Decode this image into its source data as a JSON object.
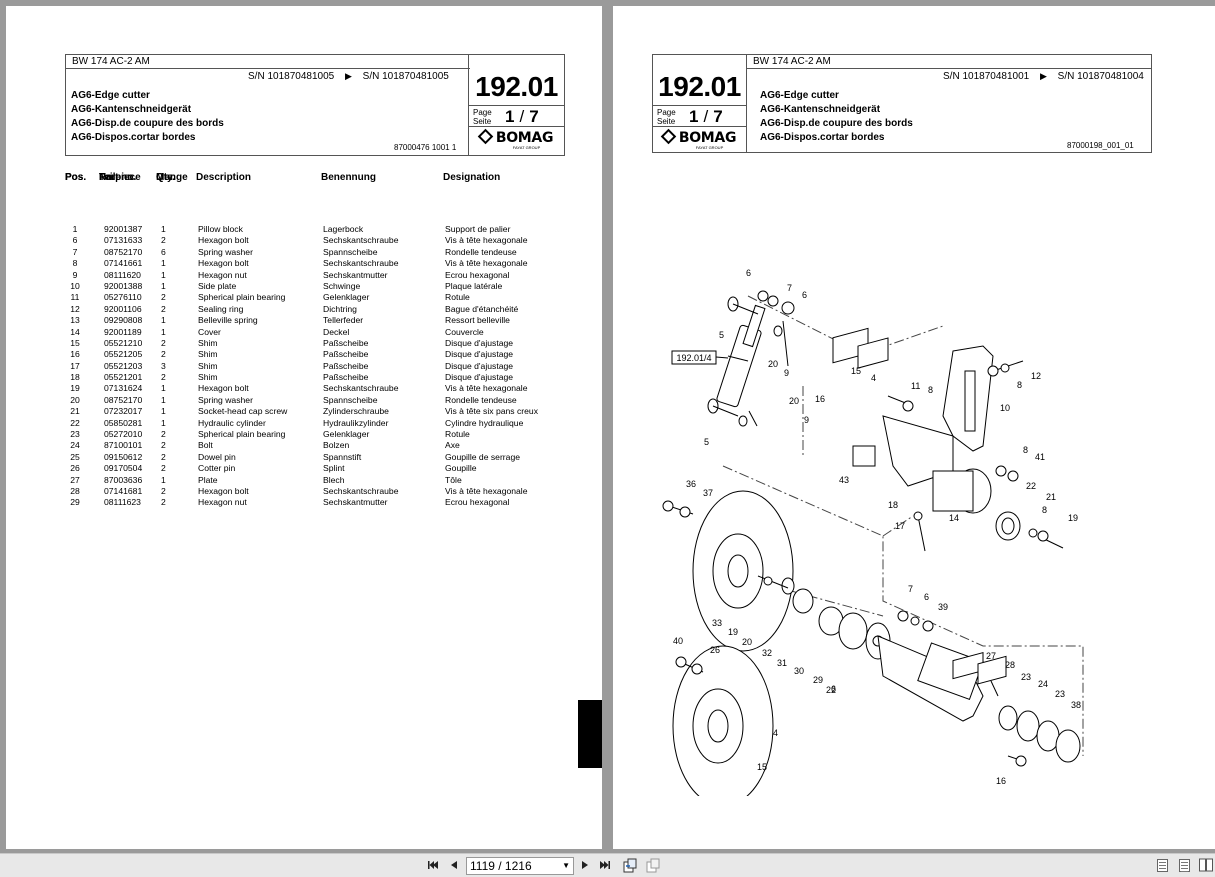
{
  "header": {
    "model": "BW 174 AC-2 AM",
    "serial_left": "S/N 101870481005",
    "serial_right": "S/N 101870481005",
    "serial_left_r": "S/N 101870481001",
    "serial_right_r": "S/N 101870481004",
    "arrow": "▶",
    "titles": [
      "AG6-Edge cutter",
      "AG6-Kantenschneidgerät",
      "AG6-Disp.de coupure des bords",
      "AG6-Dispos.cortar bordes"
    ],
    "section_number": "192.01",
    "page_label_1": "Page",
    "page_label_2": "Seite",
    "page_current": "1",
    "page_sep": "/",
    "page_total": "7",
    "doc_no_left": "87000476 1001 1",
    "doc_no_right": "87000198_001_01",
    "logo_text": "BOMAG",
    "logo_sub": "FAYAT GROUP"
  },
  "columns": {
    "pos": [
      "Pos.",
      "Pos.",
      "Pos."
    ],
    "part": [
      "Part no.",
      "Teilenr.",
      "No.piece"
    ],
    "qty": [
      "Qty.",
      "Menge",
      "Qte."
    ],
    "description": "Description",
    "benennung": "Benennung",
    "designation": "Designation"
  },
  "parts": [
    [
      "1",
      "92001387",
      "1",
      "Pillow block",
      "Lagerbock",
      "Support de palier"
    ],
    [
      "6",
      "07131633",
      "2",
      "Hexagon bolt",
      "Sechskantschraube",
      "Vis à tête hexagonale"
    ],
    [
      "7",
      "08752170",
      "6",
      "Spring washer",
      "Spannscheibe",
      "Rondelle tendeuse"
    ],
    [
      "8",
      "07141661",
      "1",
      "Hexagon bolt",
      "Sechskantschraube",
      "Vis à tête hexagonale"
    ],
    [
      "9",
      "08111620",
      "1",
      "Hexagon nut",
      "Sechskantmutter",
      "Ecrou hexagonal"
    ],
    [
      "10",
      "92001388",
      "1",
      "Side plate",
      "Schwinge",
      "Plaque latérale"
    ],
    [
      "11",
      "05276110",
      "2",
      "Spherical plain bearing",
      "Gelenklager",
      "Rotule"
    ],
    [
      "12",
      "92001106",
      "2",
      "Sealing ring",
      "Dichtring",
      "Bague d'étanchéité"
    ],
    [
      "13",
      "09290808",
      "1",
      "Belleville spring",
      "Tellerfeder",
      "Ressort belleville"
    ],
    [
      "14",
      "92001189",
      "1",
      "Cover",
      "Deckel",
      "Couvercle"
    ],
    [
      "15",
      "05521210",
      "2",
      "Shim",
      "Paßscheibe",
      "Disque d'ajustage"
    ],
    [
      "16",
      "05521205",
      "2",
      "Shim",
      "Paßscheibe",
      "Disque d'ajustage"
    ],
    [
      "17",
      "05521203",
      "3",
      "Shim",
      "Paßscheibe",
      "Disque d'ajustage"
    ],
    [
      "18",
      "05521201",
      "2",
      "Shim",
      "Paßscheibe",
      "Disque d'ajustage"
    ],
    [
      "19",
      "07131624",
      "1",
      "Hexagon bolt",
      "Sechskantschraube",
      "Vis à tête hexagonale"
    ],
    [
      "20",
      "08752170",
      "1",
      "Spring washer",
      "Spannscheibe",
      "Rondelle tendeuse"
    ],
    [
      "21",
      "07232017",
      "1",
      "Socket-head cap screw",
      "Zylinderschraube",
      "Vis à tête six pans creux"
    ],
    [
      "22",
      "05850281",
      "1",
      "Hydraulic cylinder",
      "Hydraulikzylinder",
      "Cylindre hydraulique"
    ],
    [
      "23",
      "05272010",
      "2",
      "Spherical plain bearing",
      "Gelenklager",
      "Rotule"
    ],
    [
      "24",
      "87100101",
      "2",
      "Bolt",
      "Bolzen",
      "Axe"
    ],
    [
      "25",
      "09150612",
      "2",
      "Dowel pin",
      "Spannstift",
      "Goupille de serrage"
    ],
    [
      "26",
      "09170504",
      "2",
      "Cotter pin",
      "Splint",
      "Goupille"
    ],
    [
      "27",
      "87003636",
      "1",
      "Plate",
      "Blech",
      "Tôle"
    ],
    [
      "28",
      "07141681",
      "2",
      "Hexagon bolt",
      "Sechskantschraube",
      "Vis à tête hexagonale"
    ],
    [
      "29",
      "08111623",
      "2",
      "Hexagon nut",
      "Sechskantmutter",
      "Ecrou hexagonal"
    ]
  ],
  "diagram": {
    "ref_label": "192.01/4",
    "callouts": [
      "6",
      "7",
      "6",
      "5",
      "20",
      "9",
      "12",
      "8",
      "15",
      "4",
      "11",
      "8",
      "16",
      "10",
      "20",
      "9",
      "5",
      "8",
      "41",
      "43",
      "22",
      "21",
      "8",
      "19",
      "18",
      "14",
      "17",
      "36",
      "37",
      "33",
      "19",
      "20",
      "32",
      "31",
      "30",
      "29",
      "6",
      "7",
      "6",
      "39",
      "40",
      "26",
      "27",
      "28",
      "22",
      "23",
      "24",
      "23",
      "38",
      "4",
      "15",
      "16"
    ]
  },
  "toolbar": {
    "first_icon": "first-page-icon",
    "prev_icon": "prev-page-icon",
    "page_value": "1119 / 1216",
    "next_icon": "next-page-icon",
    "last_icon": "last-page-icon"
  }
}
